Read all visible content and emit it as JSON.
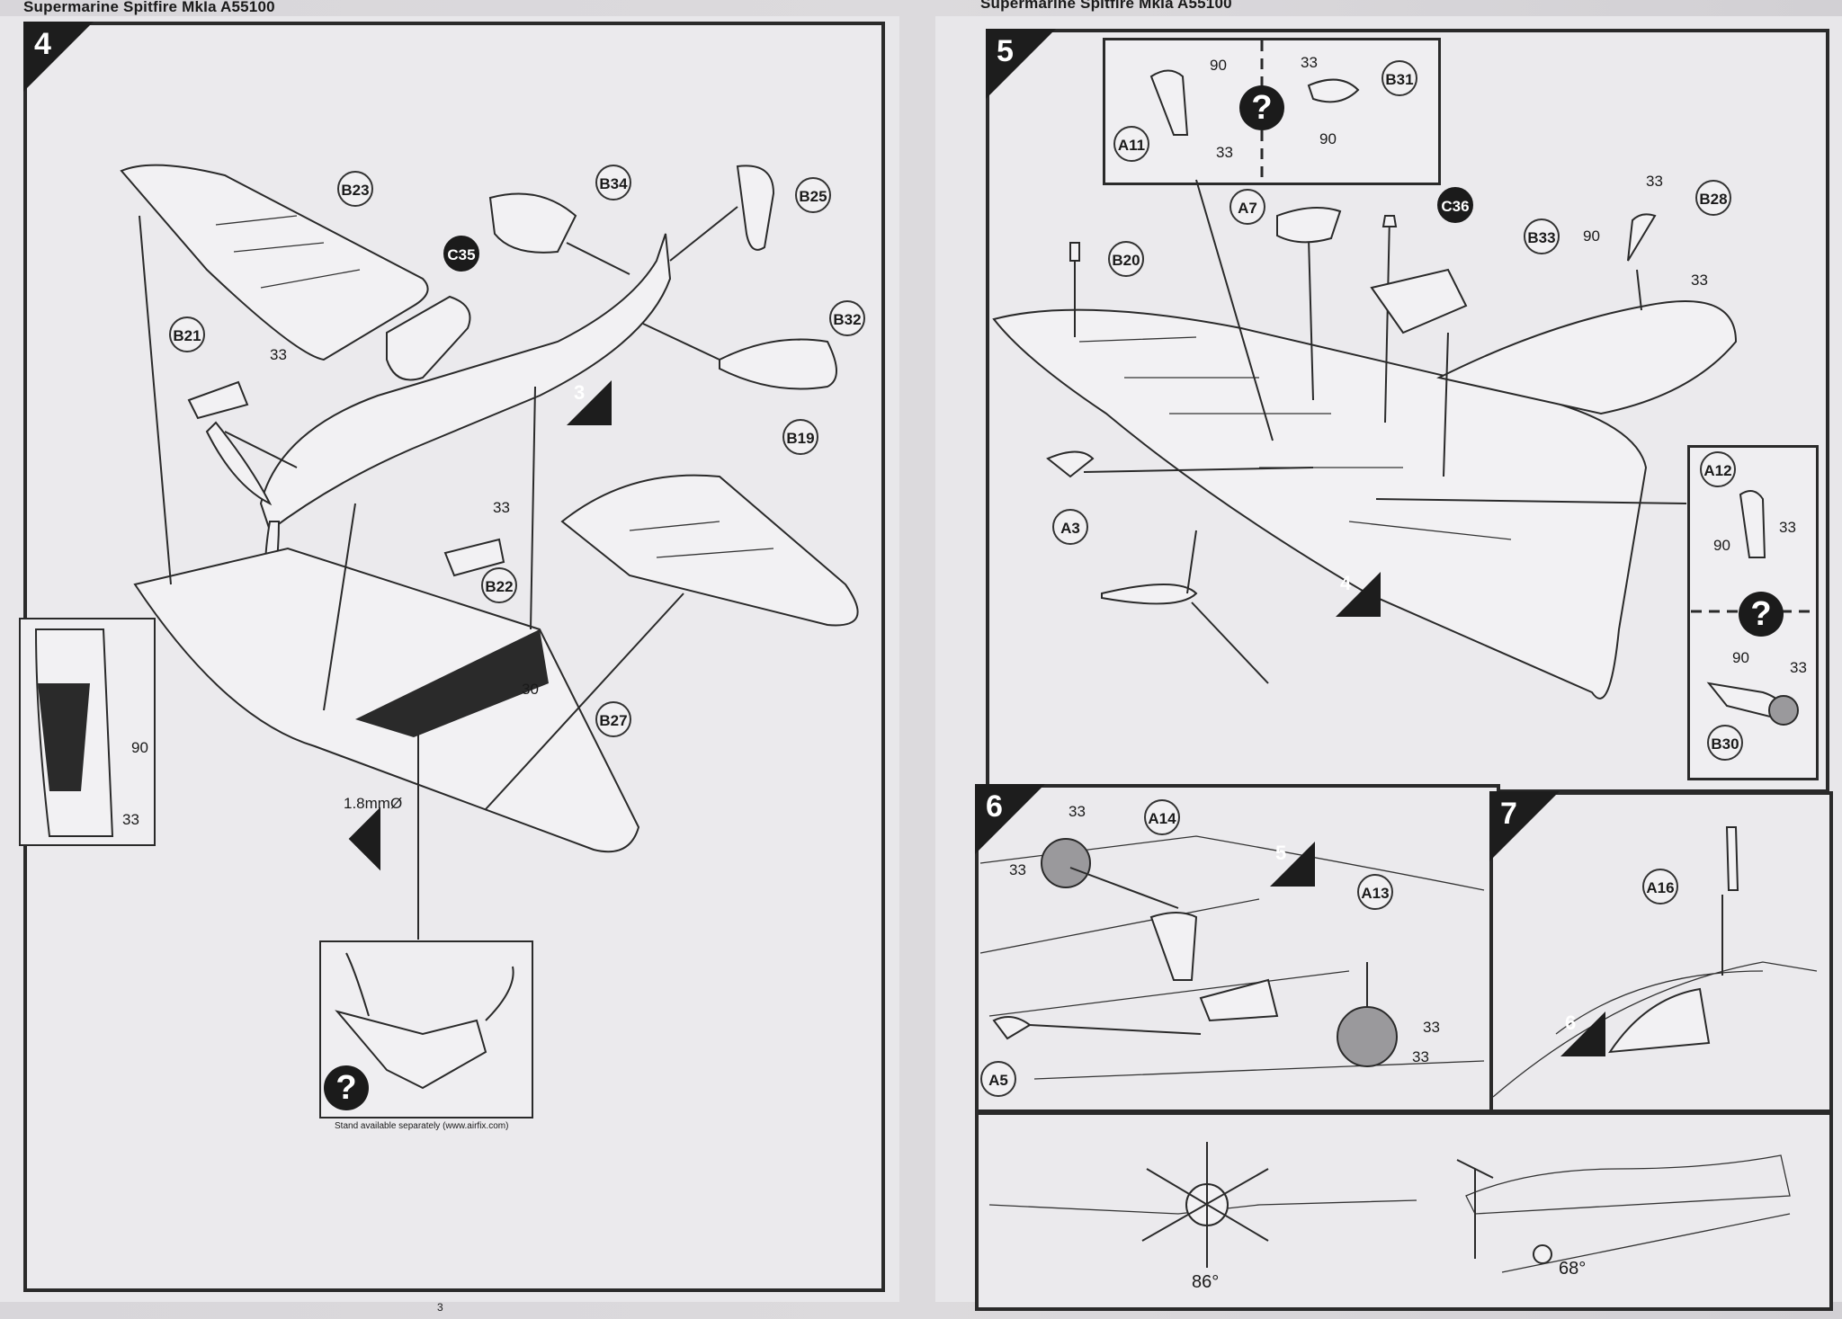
{
  "left_page": {
    "title": "Supermarine Spitfire MkIa A55100",
    "step": "4",
    "part_labels": [
      "B23",
      "C35",
      "B34",
      "B25",
      "B21",
      "B32",
      "B19",
      "B22",
      "B27"
    ],
    "paint_numbers": [
      "33",
      "33",
      "30",
      "90",
      "33"
    ],
    "reference_step": "3",
    "drill_note": "1.8mmØ",
    "stand_caption": "Stand available separately (www.airfix.com)",
    "page_number": "3",
    "help_icon": "question-mark-icon"
  },
  "right_page": {
    "title": "Supermarine Spitfire MkIa A55100",
    "step5": {
      "number": "5",
      "option_box": {
        "labels": [
          "A11",
          "B31"
        ],
        "paint_numbers": [
          "90",
          "33",
          "33",
          "90"
        ]
      },
      "part_labels": [
        "A7",
        "C36",
        "B20",
        "B33",
        "B28",
        "A3"
      ],
      "paint_numbers": [
        "33",
        "90",
        "33"
      ],
      "reference_step": "4",
      "side_option": {
        "labels": [
          "A12",
          "B30"
        ],
        "paint_numbers": [
          "90",
          "33",
          "90",
          "33"
        ]
      }
    },
    "step6": {
      "number": "6",
      "part_labels": [
        "A14",
        "A13",
        "A5"
      ],
      "paint_numbers": [
        "33",
        "33",
        "33",
        "33"
      ],
      "reference_step": "5"
    },
    "step7": {
      "number": "7",
      "part_labels": [
        "A16"
      ],
      "reference_step": "6"
    },
    "angles": [
      "86°",
      "68°"
    ]
  },
  "colors": {
    "ink": "#1d1d1d",
    "paper": "#e8e7ea"
  }
}
